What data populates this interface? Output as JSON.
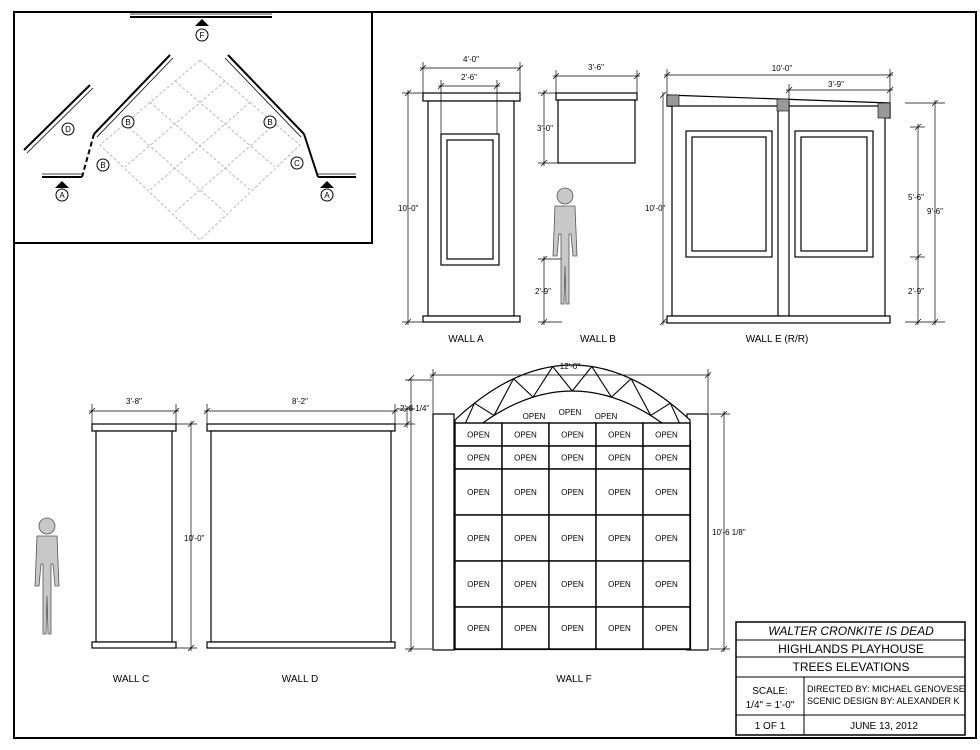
{
  "plan": {
    "markers": [
      "A",
      "B",
      "B",
      "B",
      "C",
      "D",
      "F",
      "A"
    ]
  },
  "walls": {
    "a": {
      "label": "WALL A",
      "width": "4'-0\"",
      "inner_width": "2'-6\"",
      "height": "10'-0\""
    },
    "b": {
      "label": "WALL B",
      "width": "3'-6\"",
      "height": "3'-0\"",
      "lift": "2'-9\""
    },
    "e": {
      "label": "WALL E (R/R)",
      "width": "10'-0\"",
      "offset": "3'-9\"",
      "height": "10'-0\"",
      "right_upper": "5'-6\"",
      "right_full": "9'-6\"",
      "right_lower": "2'-9\""
    },
    "c": {
      "label": "WALL C",
      "width": "3'-8\"",
      "height": "10'-0\""
    },
    "d": {
      "label": "WALL D",
      "width": "8'-2\"",
      "side": "2'-8 1/4\""
    },
    "f": {
      "label": "WALL F",
      "width": "12'-0\"",
      "height": "10'-6 1/8\"",
      "cell_label": "OPEN"
    }
  },
  "title_block": {
    "show": "WALTER CRONKITE IS DEAD",
    "venue": "HIGHLANDS PLAYHOUSE",
    "sheet": "TREES ELEVATIONS",
    "scale_label": "SCALE:",
    "scale_value": "1/4\" = 1'-0\"",
    "director": "DIRECTED BY: MICHAEL GENOVESE",
    "designer": "SCENIC DESIGN BY: ALEXANDER K",
    "page": "1 OF 1",
    "date": "JUNE 13, 2012"
  }
}
